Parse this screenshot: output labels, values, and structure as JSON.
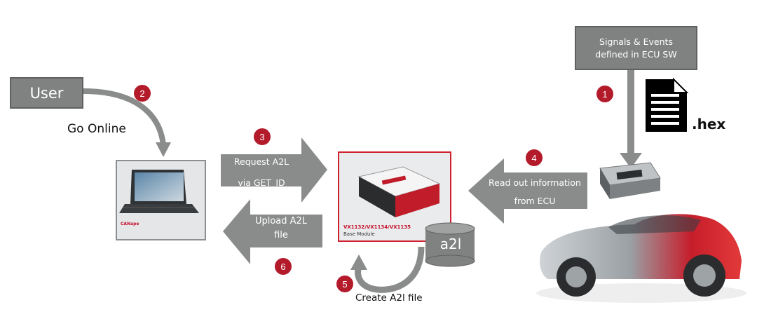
{
  "nodes": {
    "user": "User",
    "signals": [
      "Signals & Events",
      "defined in ECU SW"
    ],
    "hex_label": ".hex",
    "a2l_db": "a2l"
  },
  "steps": {
    "step1": "1",
    "step2": "2",
    "step3": "3",
    "step4": "4",
    "step5": "5",
    "step6": "6"
  },
  "labels": {
    "go_online": "Go Online",
    "request": [
      "Request A2L",
      "via GET_ID"
    ],
    "read_out": [
      "Read out information",
      "from ECU"
    ],
    "upload": [
      "Upload A2L",
      "file"
    ],
    "create": "Create A2l file"
  },
  "images": {
    "laptop_brand": "CANape",
    "device_model": "VX1132/VX1134/VX1135",
    "device_sub": "Base Module"
  },
  "colors": {
    "box_gray": "#808282",
    "arrow_gray": "#8a8c8c",
    "badge_red": "#b31b2b",
    "device_border": "#d0202f"
  }
}
